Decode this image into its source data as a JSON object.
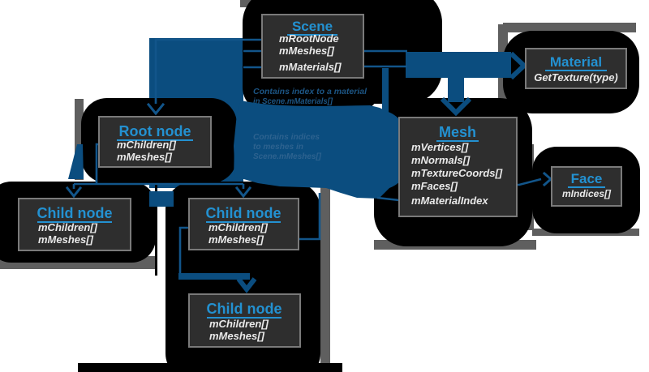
{
  "nodes": {
    "scene": {
      "title": "Scene",
      "fields": [
        "mRootNode",
        "mMeshes[]",
        "mMaterials[]"
      ]
    },
    "material": {
      "title": "Material",
      "fields": [
        "GetTexture(type)"
      ]
    },
    "mesh": {
      "title": "Mesh",
      "fields": [
        "mVertices[]",
        "mNormals[]",
        "mTextureCoords[]",
        "mFaces[]",
        "mMaterialIndex"
      ]
    },
    "face": {
      "title": "Face",
      "fields": [
        "mIndices[]"
      ]
    },
    "root_node": {
      "title": "Root node",
      "fields": [
        "mChildren[]",
        "mMeshes[]"
      ]
    },
    "child_node_1": {
      "title": "Child node",
      "fields": [
        "mChildren[]",
        "mMeshes[]"
      ]
    },
    "child_node_2": {
      "title": "Child node",
      "fields": [
        "mChildren[]",
        "mMeshes[]"
      ]
    },
    "child_node_3": {
      "title": "Child node",
      "fields": [
        "mChildren[]",
        "mMeshes[]"
      ]
    }
  },
  "annotations": {
    "material_note": {
      "line1": "Contains index to a material",
      "line2": "in Scene.mMaterials[]"
    },
    "mesh_note": {
      "line1": "Contains indices",
      "line2": "to meshes in",
      "line3": "Scene.mMeshes[]"
    }
  },
  "colors": {
    "background": "#ffffff",
    "blob_black": "#000000",
    "shadow_grey": "#5f5f5f",
    "box_fill": "#2e2e2e",
    "box_border": "#7a7a7a",
    "title_blue": "#2391d1",
    "field_text": "#e9e9e9",
    "flow_blue": "#0b4d7f",
    "line_blue": "#12558a",
    "note_blue": "#1c5584"
  }
}
